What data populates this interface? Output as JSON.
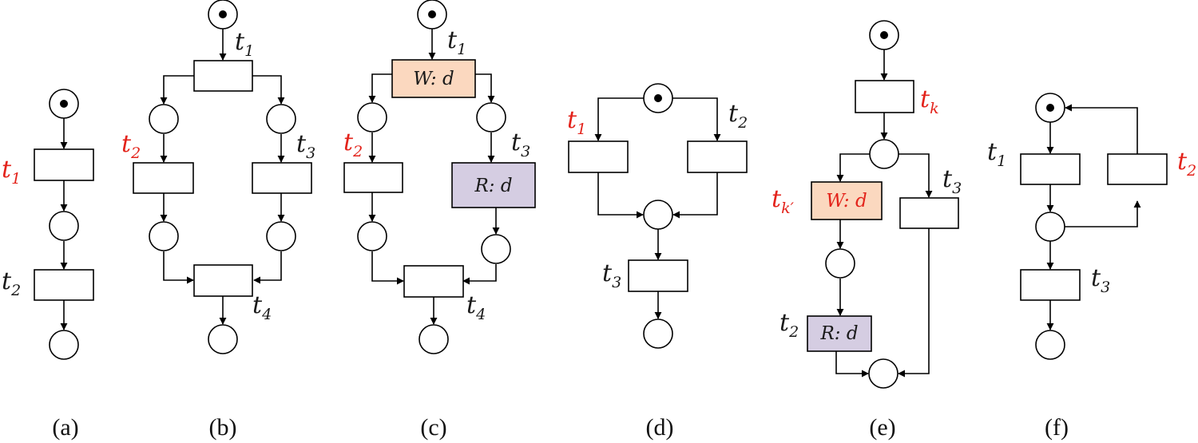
{
  "captions": {
    "a": "(a)",
    "b": "(b)",
    "c": "(c)",
    "d": "(d)",
    "e": "(e)",
    "f": "(f)"
  },
  "labels": {
    "t_letter": "t",
    "sub_1": "1",
    "sub_2": "2",
    "sub_3": "3",
    "sub_4": "4",
    "sub_k": "k",
    "sub_kp": "k′"
  },
  "transitions": {
    "write": "W: d",
    "read": "R: d"
  },
  "colors": {
    "highlight": "#e3231b",
    "write_fill": "#fbd8bf",
    "read_fill": "#d5cde2"
  }
}
